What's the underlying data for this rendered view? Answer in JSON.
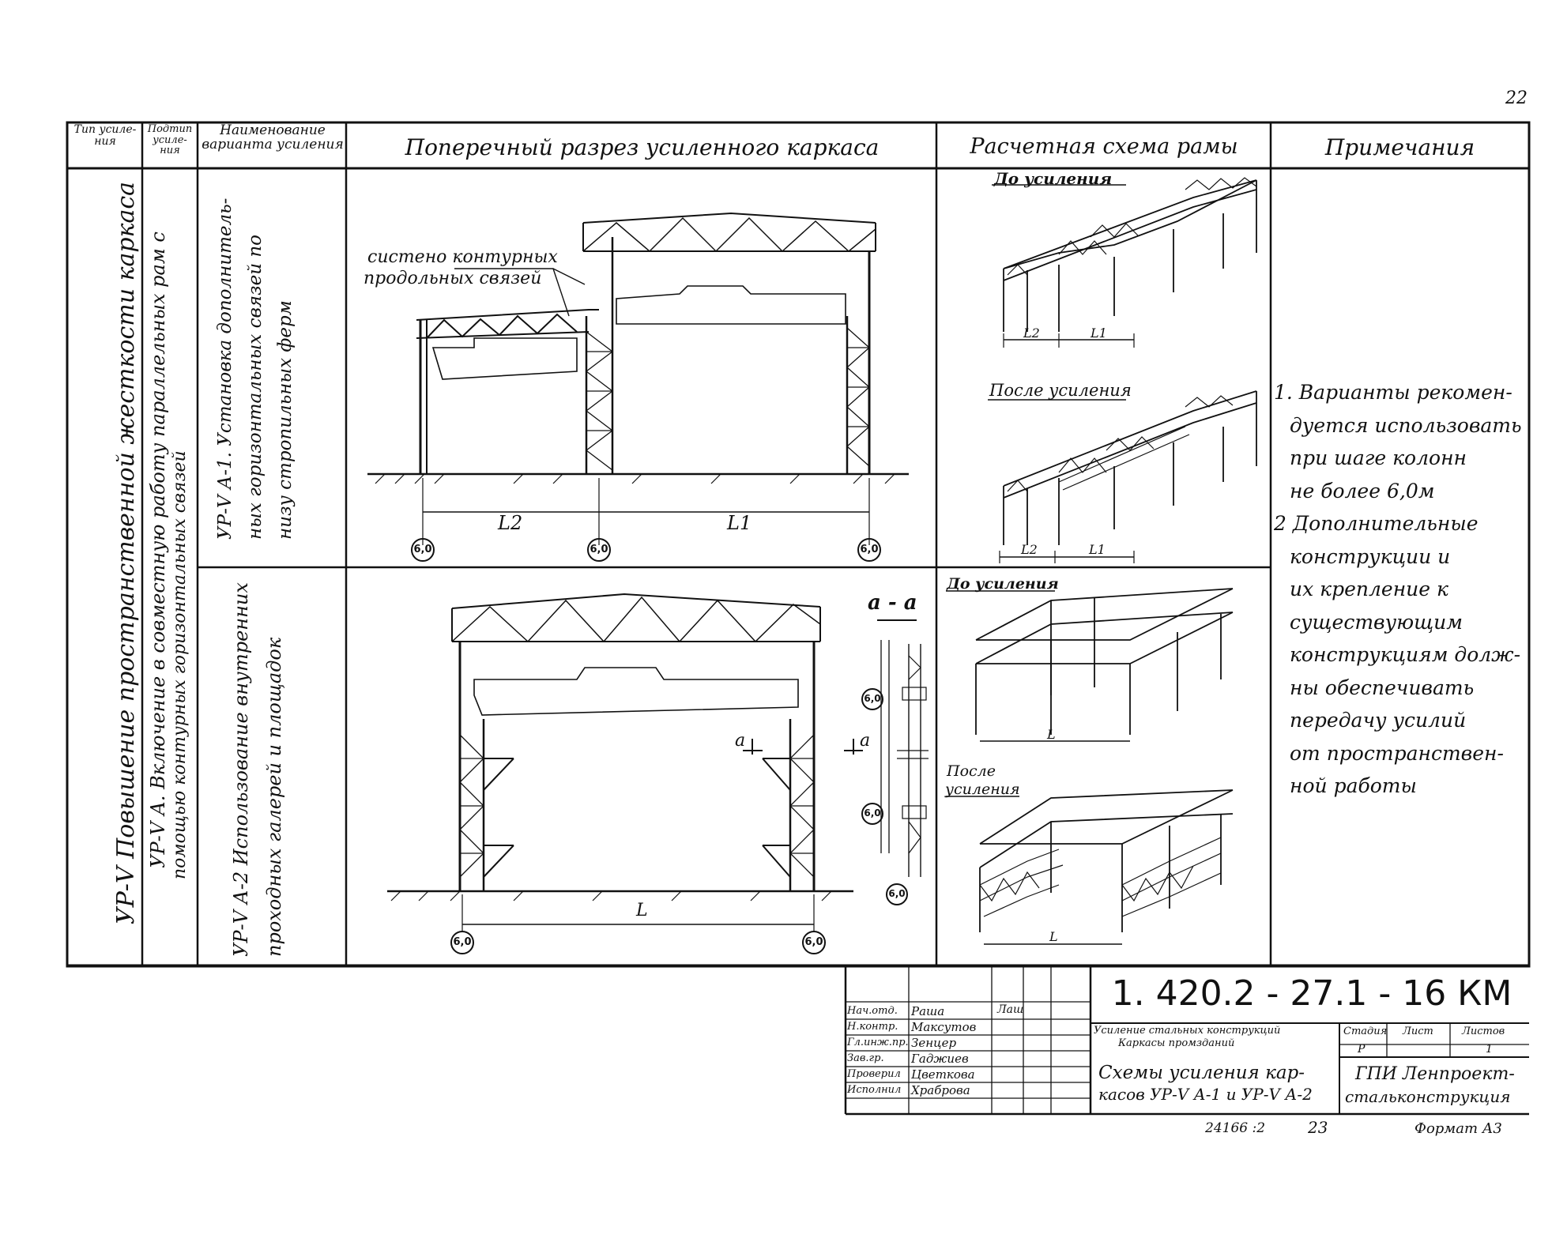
{
  "page_number": "22",
  "headers": {
    "type": "Тип усиле- ния",
    "subtype": "Подтип усиле- ния",
    "variant_name": "Наименование варианта усиления",
    "section": "Поперечный разрез усиленного каркаса",
    "scheme": "Расчетная схема рамы",
    "notes": "Примечания"
  },
  "type_text": "УР-V  Повышение пространственной жесткости каркаса",
  "subtype_text_1": "УР-V А. Включение в совместную работу параллельных рам с",
  "subtype_text_2": "помощью контурных горизонтальных связей",
  "variant_a1_1": "УР-V А-1. Установка дополнитель-",
  "variant_a1_2": "ных горизонтальных связей по",
  "variant_a1_3": "низу стропильных ферм",
  "variant_a2_1": "УР-V А-2  Использование внутренних",
  "variant_a2_2": "проходных галерей и площадок",
  "section_top": {
    "callout_1": "систено контурных",
    "callout_2": "продольных связей",
    "span_l2": "L2",
    "span_l1": "L1",
    "axis_1": "6,0",
    "axis_2": "6,0",
    "axis_3": "6,0"
  },
  "section_bottom": {
    "cut_label": "а - а",
    "cut_mark_left": "а",
    "cut_mark_right": "а",
    "span_l": "L",
    "axis_left": "6,0",
    "axis_right": "6,0",
    "side_dim_1": "6,0",
    "side_dim_2": "6,0",
    "side_dim_3": "6,0"
  },
  "scheme_top": {
    "before": "До усиления",
    "after": "После усиления",
    "l2": "L2",
    "l1": "L1",
    "l2b": "L2",
    "l1b": "L1"
  },
  "scheme_bottom": {
    "before": "До усиления",
    "after_1": "После",
    "after_2": "усиления",
    "l": "L",
    "lb": "L"
  },
  "notes": [
    "1. Варианты рекомен-",
    "дуется использовать",
    "при шаге колонн",
    "не более 6,0м",
    "2 Дополнительные",
    "конструкции и",
    "их крепление к",
    "существующим",
    "конструкциям долж-",
    "ны обеспечивать",
    "передачу усилий",
    "от пространствен-",
    "ной работы"
  ],
  "title_block": {
    "code": "1. 420.2 - 27.1 - 16 КМ",
    "subject_1": "Усиление стальных конструкций",
    "subject_2": "Каркасы промзданий",
    "stage_label": "Стадия",
    "sheet_label": "Лист",
    "sheets_label": "Листов",
    "stage_value": "Р",
    "sheets_value": "1",
    "title_1": "Схемы усиления кар-",
    "title_2": "касов УР-V А-1 и УР-V А-2",
    "org_1": "ГПИ Ленпроект-",
    "org_2": "стальконструкция",
    "roles": [
      "Нач.отд.",
      "Н.контр.",
      "Гл.инж.пр.",
      "Зав.гр.",
      "Проверил",
      "Исполнил"
    ],
    "names": [
      "Раша",
      "Максутов",
      "Зенцер",
      "Гаджиев",
      "Цветкова",
      "Храброва"
    ],
    "sign": "Лаш"
  },
  "footer": {
    "inv": "24166  :2",
    "page": "23",
    "format": "Формат А3"
  }
}
